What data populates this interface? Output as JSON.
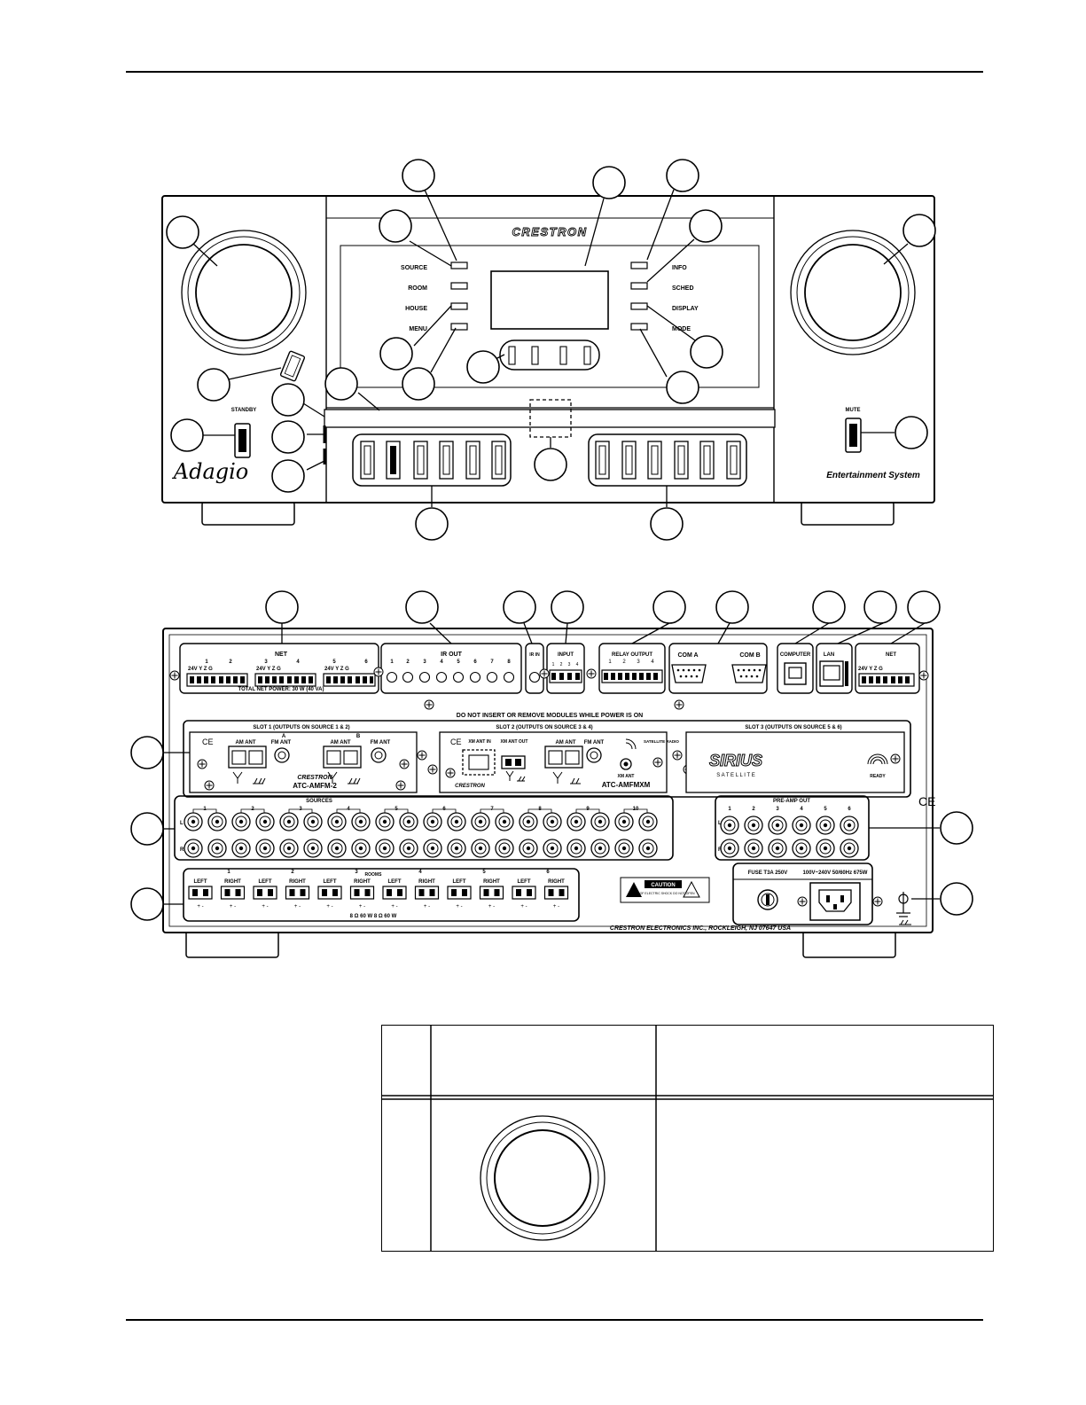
{
  "front_panel": {
    "brand": "CRESTRON",
    "left_buttons": [
      "SOURCE",
      "ROOM",
      "HOUSE",
      "MENU"
    ],
    "right_buttons": [
      "INFO",
      "SCHED",
      "DISPLAY",
      "MODE"
    ],
    "standby_label": "STANDBY",
    "mute_label": "MUTE",
    "model_script": "Adagio",
    "system_label": "Entertainment System"
  },
  "rear_panel": {
    "net_label": "NET",
    "net_ports": [
      "1",
      "2",
      "3",
      "4",
      "5",
      "6"
    ],
    "net_pin_label": "24V Y Z G",
    "net_power_note": "TOTAL NET POWER: 30 W (40 VA)",
    "ir_out_label": "IR OUT",
    "ir_out_ports": [
      "1",
      "2",
      "3",
      "4",
      "5",
      "6",
      "7",
      "8"
    ],
    "ir_in_label": "IR IN",
    "input_label": "INPUT",
    "input_ports": [
      "1",
      "2",
      "3",
      "4"
    ],
    "relay_label": "RELAY OUTPUT",
    "relay_ports": [
      "1",
      "2",
      "3",
      "4"
    ],
    "com_a_label": "COM A",
    "com_b_label": "COM B",
    "computer_label": "COMPUTER",
    "lan_label": "LAN",
    "net2_label": "NET",
    "warning": "DO NOT INSERT OR REMOVE MODULES WHILE POWER IS ON",
    "slot1_label": "SLOT 1 (OUTPUTS ON SOURCE 1 & 2)",
    "slot2_label": "SLOT 2 (OUTPUTS ON SOURCE 3 & 4)",
    "slot3_label": "SLOT 3 (OUTPUTS ON SOURCE 5 & 6)",
    "am_ant": "AM ANT",
    "fm_ant": "FM ANT",
    "channel_a": "A",
    "channel_b": "B",
    "module1_brand": "CRESTRON",
    "module1_model": "ATC-AMFM-2",
    "xm_in": "XM ANT IN",
    "xm_out": "XM ANT OUT",
    "sat_ready": "SATELLITE RADIO",
    "module2_brand": "CRESTRON",
    "module2_model": "ATC-AMFMXM",
    "sirius_brand": "SIRIUS",
    "sirius_sub": "S A T E L L I T E",
    "sirius_ready": "READY",
    "sources_label": "SOURCES",
    "source_numbers": [
      "1",
      "2",
      "3",
      "4",
      "5",
      "6",
      "7",
      "8",
      "9",
      "10"
    ],
    "row_l": "L",
    "row_r": "R",
    "preamp_label": "PRE-AMP OUT",
    "preamp_numbers": [
      "1",
      "2",
      "3",
      "4",
      "5",
      "6"
    ],
    "speaker_channels": [
      "LEFT",
      "RIGHT",
      "LEFT",
      "RIGHT",
      "LEFT",
      "RIGHT",
      "LEFT",
      "RIGHT",
      "LEFT",
      "RIGHT",
      "LEFT",
      "RIGHT"
    ],
    "room_numbers": [
      "1",
      "2",
      "3",
      "4",
      "5",
      "6"
    ],
    "rooms_label": "ROOMS",
    "speaker_note": "8 Ω 60 W   8 Ω 60 W",
    "caution_title": "CAUTION",
    "caution_text": "RISK OF ELECTRIC SHOCK DO NOT OPEN",
    "fuse_label": "FUSE T3A 250V",
    "power_rating": "100V~240V 50/60Hz 675W",
    "manufacturer": "CRESTRON ELECTRONICS INC., ROCKLEIGH, NJ 07647  USA"
  }
}
